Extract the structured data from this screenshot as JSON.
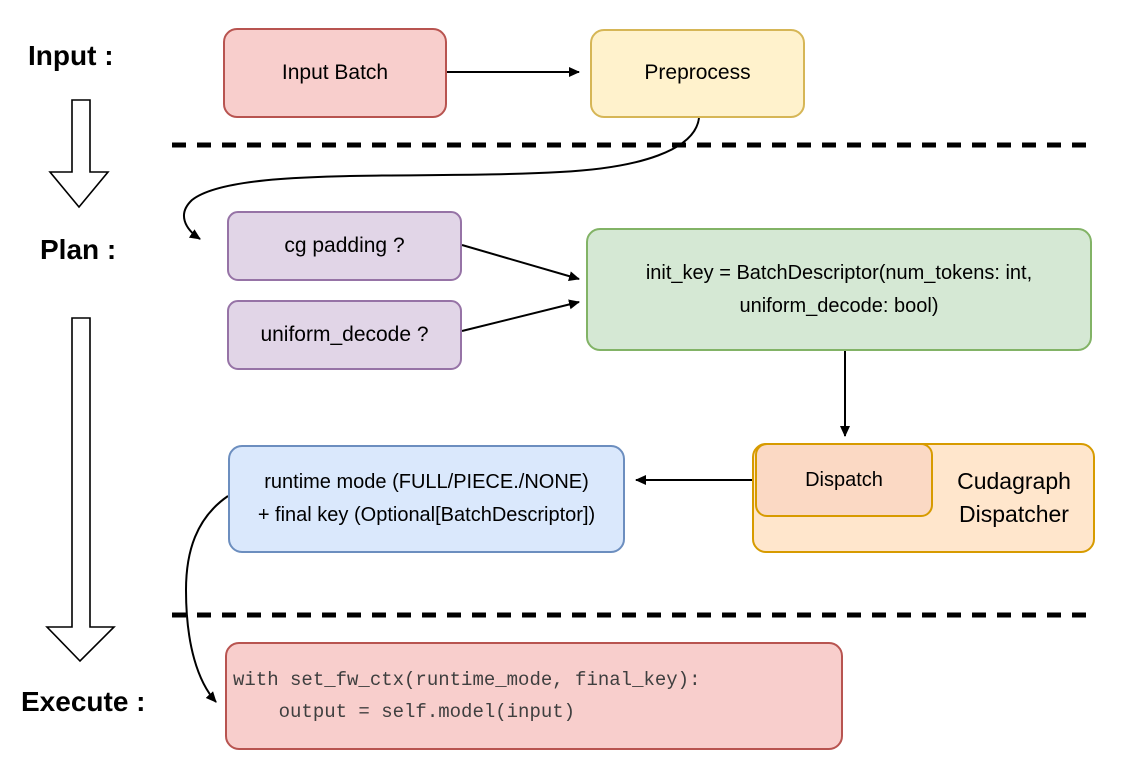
{
  "stages": {
    "input": "Input :",
    "plan": "Plan :",
    "execute": "Execute :"
  },
  "nodes": {
    "input_batch": {
      "label": "Input Batch"
    },
    "preprocess": {
      "label": "Preprocess"
    },
    "cg_padding": {
      "label": "cg padding ?"
    },
    "uniform_decode": {
      "label": "uniform_decode ?"
    },
    "init_key": {
      "line1": "init_key = BatchDescriptor(num_tokens: int,",
      "line2": "uniform_decode: bool)"
    },
    "runtime_mode": {
      "line1": "runtime mode (FULL/PIECE./NONE)",
      "line2": "+ final key (Optional[BatchDescriptor])"
    },
    "dispatch": {
      "label": "Dispatch"
    },
    "cudagraph_dispatcher": {
      "line1": "Cudagraph",
      "line2": "Dispatcher"
    },
    "execute_code": {
      "line1": "with set_fw_ctx(runtime_mode, final_key):",
      "line2": "    output = self.model(input)"
    }
  },
  "edges": [
    {
      "from": "input-batch",
      "to": "preprocess"
    },
    {
      "from": "preprocess",
      "to": "cg-padding"
    },
    {
      "from": "cg-padding",
      "to": "init-key"
    },
    {
      "from": "uniform-decode",
      "to": "init-key"
    },
    {
      "from": "init-key",
      "to": "dispatch"
    },
    {
      "from": "dispatch",
      "to": "runtime-mode"
    },
    {
      "from": "runtime-mode",
      "to": "execute-code"
    },
    {
      "from": "stage-input",
      "to": "stage-plan"
    },
    {
      "from": "stage-plan",
      "to": "stage-execute"
    }
  ],
  "dividers": [
    {
      "name": "input-plan-divider",
      "style": "dashed"
    },
    {
      "name": "plan-execute-divider",
      "style": "dashed"
    }
  ],
  "colors": {
    "red_fill": "#f8cecc",
    "red_stroke": "#b85450",
    "yellow_fill": "#fff2cc",
    "yellow_stroke": "#d6b656",
    "purple_fill": "#e1d5e7",
    "purple_stroke": "#9673a6",
    "green_fill": "#d5e8d4",
    "green_stroke": "#82b366",
    "blue_fill": "#dae8fc",
    "blue_stroke": "#6c8ebf",
    "orange_fill": "#ffe6cc",
    "orange_stroke": "#d79b00",
    "salmon_fill": "#fbd9c4",
    "line": "#000000",
    "code_text": "#3f3f3f"
  }
}
